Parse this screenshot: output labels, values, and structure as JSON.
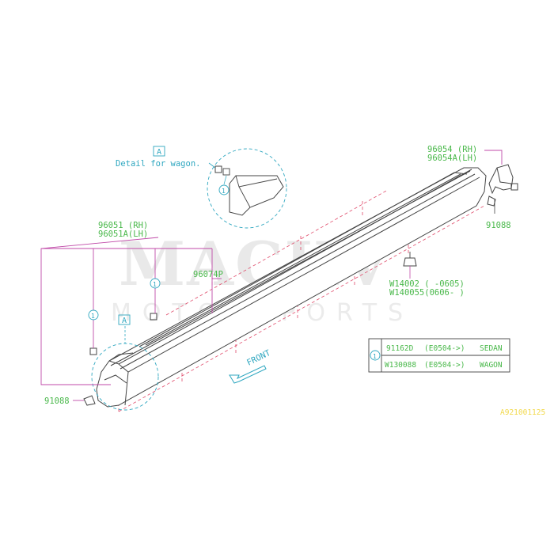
{
  "watermark": {
    "main": "MACHV",
    "sub": "MOTORSPORTS"
  },
  "detail": {
    "marker": "A",
    "caption": "Detail for wagon."
  },
  "parts": {
    "rh_front": "96051 (RH)",
    "lh_front": "96051A(LH)",
    "tape": "96074P",
    "rh_rear": "96054 (RH)",
    "lh_rear": "96054A(LH)",
    "clip_front": "91088",
    "clip_rear": "91088",
    "w14002": "W14002 ( -0605)",
    "w140055": "W140055(0606- )",
    "marker_a": "A",
    "callout_1": "1"
  },
  "legend": {
    "marker": "1",
    "rows": [
      {
        "code": "91162D",
        "range": "(E0504->)",
        "body": "SEDAN"
      },
      {
        "code": "W130088",
        "range": "(E0504->)",
        "body": "WAGON"
      }
    ]
  },
  "front_label": "FRONT",
  "diagram_code": "A921001125",
  "colors": {
    "line": "#444444",
    "label": "#49b84a",
    "leader": "#c04aa8",
    "detail": "#2fa7c0",
    "hidden": "#e04a6a",
    "code": "#f2d94c"
  }
}
